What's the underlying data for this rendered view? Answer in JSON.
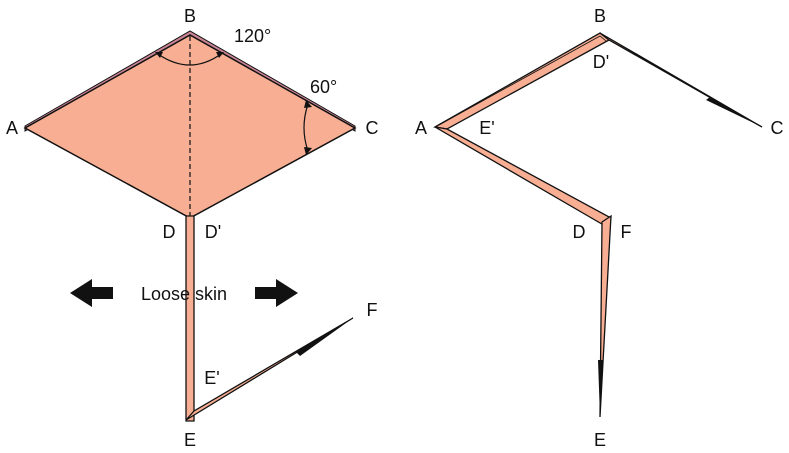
{
  "colors": {
    "flap_fill": "#F7AE93",
    "flap_edge": "#C98494",
    "line": "#111111",
    "arrow": "#111111",
    "background": "#ffffff"
  },
  "left_diagram": {
    "points": {
      "a": "A",
      "b": "B",
      "c": "C",
      "d": "D",
      "d_prime": "D'",
      "e": "E",
      "e_prime": "E'",
      "f": "F"
    },
    "angle_b": "120°",
    "angle_c": "60°",
    "loose_skin": "Loose skin",
    "icons": [
      "arrow-left-icon",
      "arrow-right-icon"
    ]
  },
  "right_diagram": {
    "points": {
      "a": "A",
      "b": "B",
      "c": "C",
      "d": "D",
      "d_prime": "D'",
      "e": "E",
      "e_prime": "E'",
      "f": "F"
    }
  }
}
